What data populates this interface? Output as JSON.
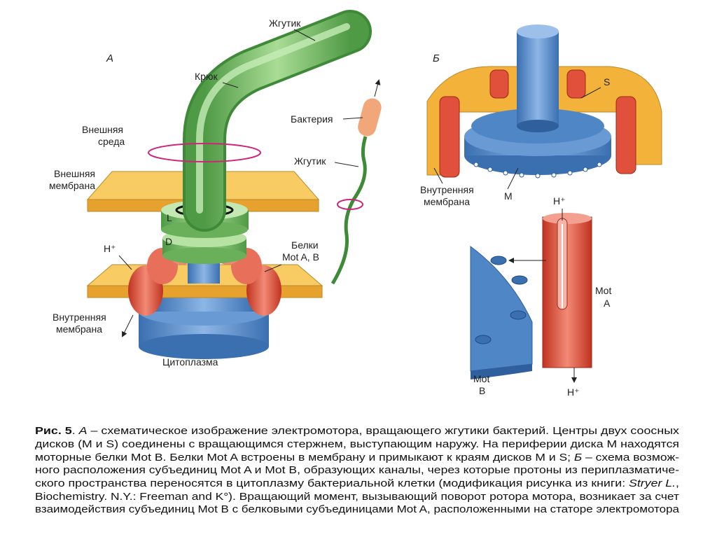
{
  "panel_a": {
    "letter": "А",
    "labels": {
      "flagellum": "Жгутик",
      "hook": "Крюк",
      "outer_env_1": "Внешняя",
      "outer_env_2": "среда",
      "outer_mem_1": "Внешняя",
      "outer_mem_2": "мембрана",
      "ring_l": "L",
      "ring_d": "D",
      "proton": "H⁺",
      "mot_1": "Белки",
      "mot_2": "Mot A, B",
      "inner_mem_1": "Внутренняя",
      "inner_mem_2": "мембрана",
      "cytoplasm": "Цитоплазма",
      "bacterium": "Бактерия",
      "flagellum_small": "Жгутик"
    }
  },
  "panel_b": {
    "letter": "Б",
    "labels": {
      "disc_s": "S",
      "disc_m": "M",
      "inner_mem_1": "Внутренняя",
      "inner_mem_2": "мембрана",
      "proton_in": "H⁺",
      "proton_out": "H⁺",
      "mot_a_1": "Mot",
      "mot_a_2": "A",
      "mot_b_1": "Mot",
      "mot_b_2": "B"
    }
  },
  "colors": {
    "flagellum": "#7cbf6a",
    "membrane": "#f3b33a",
    "disc": "#4f86c6",
    "motor_protein": "#e0503a"
  },
  "caption": {
    "fig": "Рис. 5",
    "l1_a": ". ",
    "l1_b": "А",
    "l1_c": " – схематическое изображение электромотора, вращающего жгутики бактерий. Центры двух соосных",
    "l2": "дисков (M и S) соединены с вращающимся стержнем, выступающим наружу. На периферии диска M находятся",
    "l3_a": "моторные белки Mot B. Белки Mot A встроены в мембрану и примыкают к краям дисков M и S; ",
    "l3_b": "Б",
    "l3_c": " – схема возмож-",
    "l4": "ного расположения субъединиц Mot A и Mot B, образующих каналы, через которые протоны из периплазматиче-",
    "l5_a": "ского пространства переносятся в цитоплазму бактериальной клетки (модификация рисунка из книги: ",
    "l5_b": "Stryer L.",
    "l5_c": ",",
    "l6": "Biochemistry. N.Y.: Freeman and K°). Вращающий момент, вызывающий поворот ротора мотора, возникает за счет",
    "l7": "взаимодействия субъединиц Mot B с белковыми субъединицами Mot A, расположенными на статоре электромотора"
  }
}
